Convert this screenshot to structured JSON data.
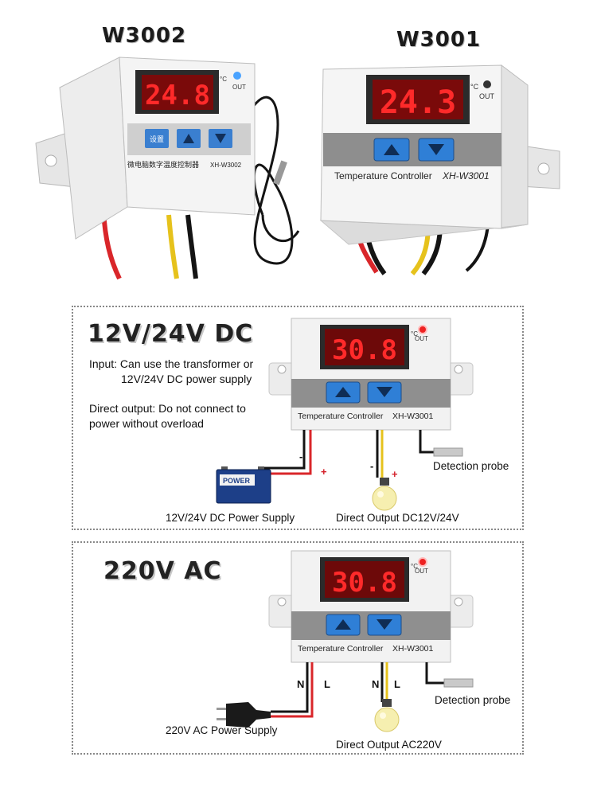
{
  "products": {
    "w3002": {
      "model": "W3002",
      "display_value": "24.8",
      "unit": "°C",
      "out_label": "OUT",
      "button_set_label": "设置",
      "panel_chinese_text": "微电脑数字温度控制器",
      "panel_model_text": "XH-W3002"
    },
    "w3001": {
      "model": "W3001",
      "display_value": "24.3",
      "unit": "°C",
      "out_label": "OUT",
      "panel_text": "Temperature Controller",
      "panel_model_text": "XH-W3001"
    }
  },
  "dc_section": {
    "title": "12V/24V DC",
    "input_note_line1": "Input: Can use the transformer or",
    "input_note_line2": "12V/24V DC power supply",
    "output_note_line1": "Direct output: Do not connect to",
    "output_note_line2": "power without overload",
    "controller": {
      "display_value": "30.8",
      "unit": "°C",
      "out_label": "OUT",
      "panel_text": "Temperature Controller",
      "panel_model_text": "XH-W3001"
    },
    "power_label": "12V/24V DC Power Supply",
    "output_label": "Direct Output DC12V/24V",
    "probe_label": "Detection probe",
    "minus": "-",
    "plus": "+",
    "battery_text": "POWER"
  },
  "ac_section": {
    "title": "220V AC",
    "controller": {
      "display_value": "30.8",
      "unit": "°C",
      "out_label": "OUT",
      "panel_text": "Temperature Controller",
      "panel_model_text": "XH-W3001"
    },
    "power_label": "220V AC Power Supply",
    "output_label": "Direct Output AC220V",
    "probe_label": "Detection probe",
    "n_label": "N",
    "l_label": "L"
  },
  "colors": {
    "display_red": "#ff2a2a",
    "display_bg": "#7a0a0a",
    "button_blue": "#2f7fd6",
    "wire_red": "#d9262a",
    "wire_yellow": "#e6c21c",
    "wire_black": "#141414"
  }
}
